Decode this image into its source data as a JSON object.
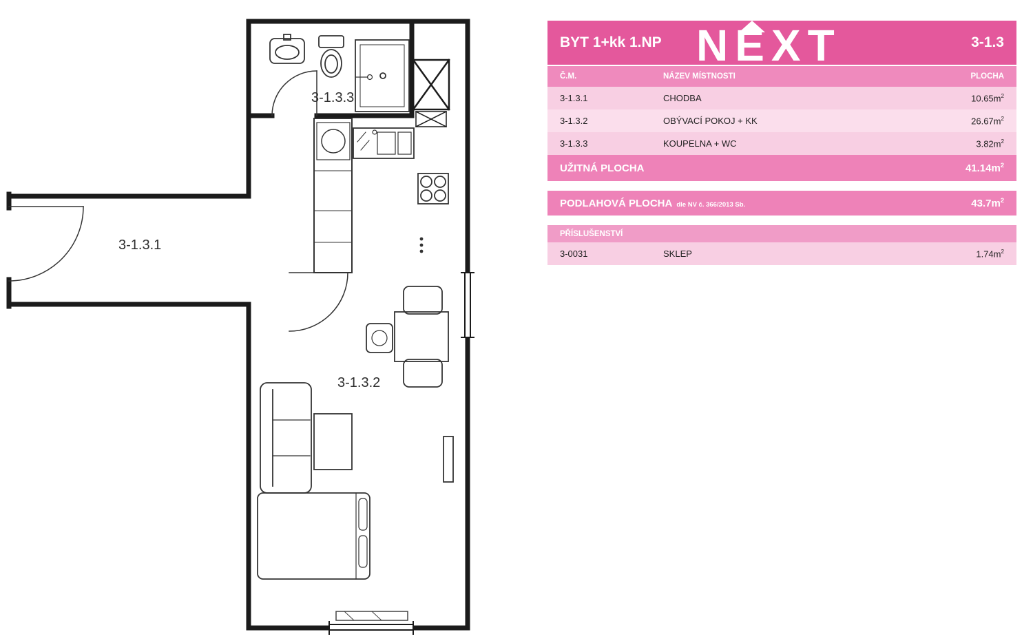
{
  "brand": {
    "logo": "NEXT"
  },
  "floorplan": {
    "labels": {
      "hall": "3-1.3.1",
      "living": "3-1.3.2",
      "bath": "3-1.3.3"
    }
  },
  "table": {
    "header": {
      "title": "BYT 1+kk 1.NP",
      "unit_id": "3-1.3"
    },
    "columns": {
      "cm": "Č.M.",
      "name": "NÁZEV MÍSTNOSTI",
      "area": "PLOCHA"
    },
    "unit": {
      "base": "m",
      "sup": "2"
    },
    "rooms": [
      {
        "cm": "3-1.3.1",
        "name": "CHODBA",
        "area": "10.65"
      },
      {
        "cm": "3-1.3.2",
        "name": "OBÝVACÍ POKOJ + KK",
        "area": "26.67"
      },
      {
        "cm": "3-1.3.3",
        "name": "KOUPELNA + WC",
        "area": "3.82"
      }
    ],
    "usable": {
      "label": "UŽITNÁ PLOCHA",
      "area": "41.14"
    },
    "floor_area": {
      "label": "PODLAHOVÁ PLOCHA",
      "note": "dle NV č. 366/2013 Sb.",
      "area": "43.7"
    },
    "accessories_header": {
      "label": "PŘÍSLUŠENSTVÍ"
    },
    "accessories": [
      {
        "cm": "3-0031",
        "name": "SKLEP",
        "area": "1.74"
      }
    ]
  },
  "colors": {
    "header_pink": "#e4589c",
    "subheader_pink": "#ef8abd",
    "row_pink_a": "#f8cfe3",
    "row_pink_b": "#fbdeec",
    "highlight_pink": "#ee82b8",
    "accessories_pink": "#f09cc7",
    "wall_black": "#1b1b1b"
  }
}
